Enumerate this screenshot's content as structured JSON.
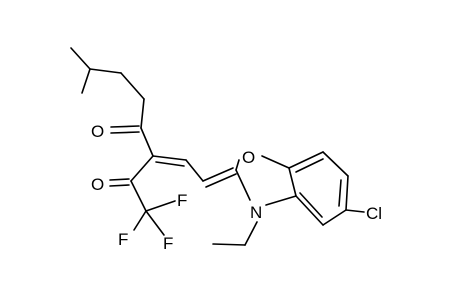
{
  "molecule": {
    "atom_labels": {
      "o_ketone1": "O",
      "o_ketone2": "O",
      "o_ring": "O",
      "n_ring": "N",
      "cl": "Cl",
      "f1": "F",
      "f2": "F",
      "f3": "F"
    },
    "colors": {
      "bond": "#000000",
      "label": "#000000",
      "background": "#ffffff"
    }
  }
}
